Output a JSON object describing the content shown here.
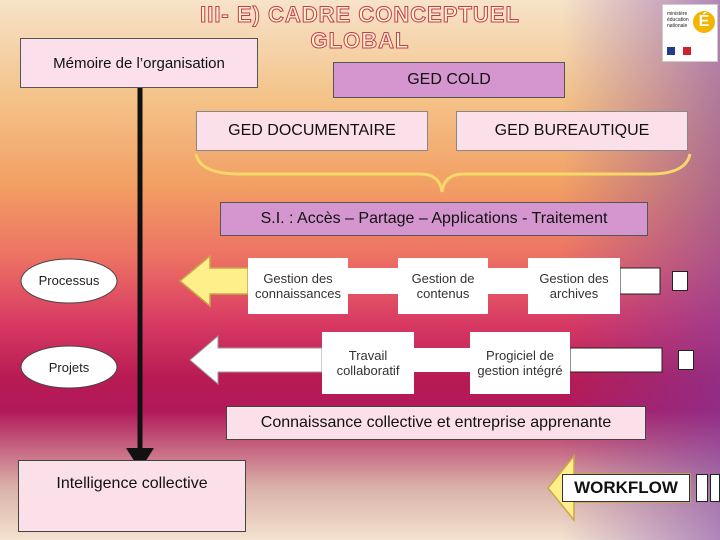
{
  "title": "III- E) CADRE CONCEPTUEL GLOBAL",
  "boxes": {
    "memoire": "Mémoire de l’organisation",
    "ged_cold": "GED COLD",
    "ged_documentaire": "GED DOCUMENTAIRE",
    "ged_bureautique": "GED BUREAUTIQUE",
    "si": "S.I. : Accès – Partage – Applications - Traitement",
    "gestion_connaissances": "Gestion des connaissances",
    "gestion_contenus": "Gestion de contenus",
    "gestion_archives": "Gestion des archives",
    "travail_collaboratif": "Travail collaboratif",
    "progiciel": "Progiciel de gestion intégré",
    "connaissance_collective": "Connaissance collective et entreprise apprenante",
    "intelligence_collective": "Intelligence collective",
    "workflow": "WORKFLOW"
  },
  "labels": {
    "processus": "Processus",
    "projets": "Projets"
  },
  "colors": {
    "accent_purple": "#d596cf",
    "light_pink": "#fbe0ea",
    "arrow_yellow": "#ffef8a"
  }
}
